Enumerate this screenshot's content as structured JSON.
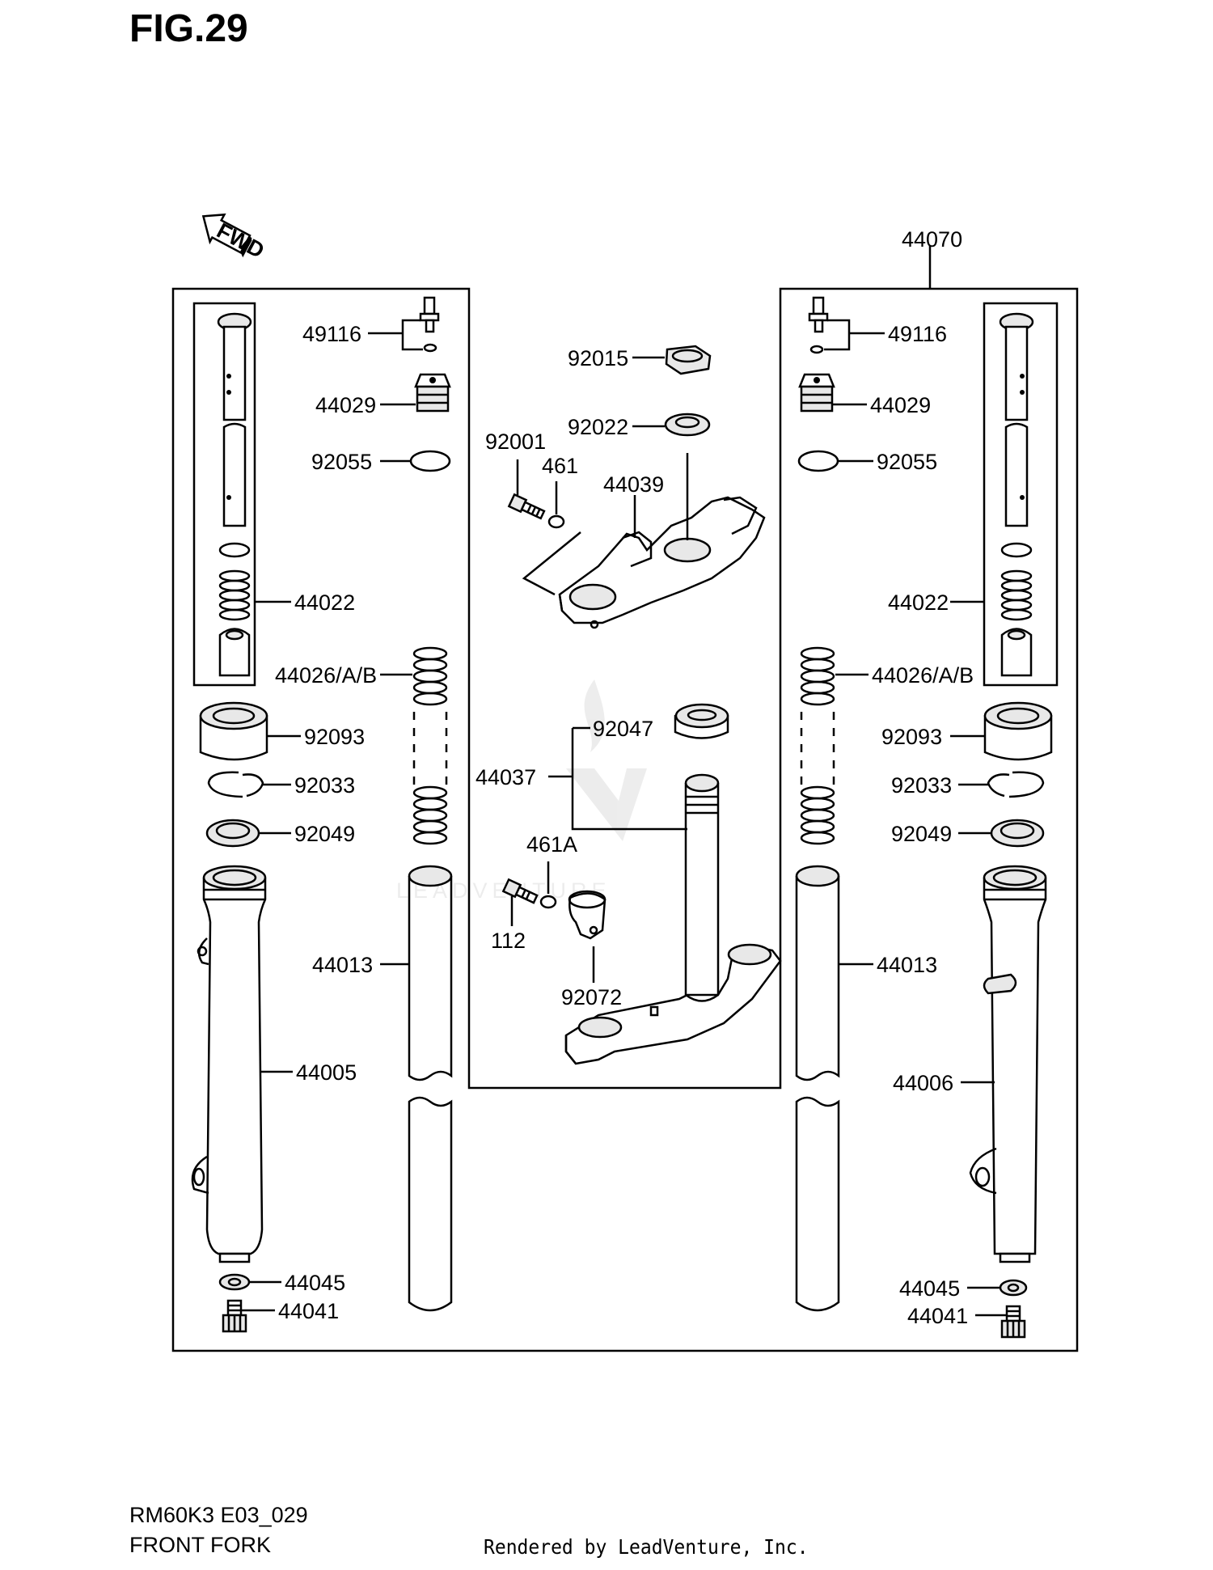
{
  "figure": {
    "title": "FIG.29",
    "code": "RM60K3 E03_029",
    "name": "FRONT FORK",
    "credit": "Rendered by LeadVenture, Inc.",
    "watermark": "LEADVENTURE",
    "fwd_label": "FWD"
  },
  "parts": {
    "p44070": "44070",
    "p49116_l": "49116",
    "p49116_r": "49116",
    "p44029_l": "44029",
    "p44029_r": "44029",
    "p92055_l": "92055",
    "p92055_r": "92055",
    "p44022_l": "44022",
    "p44022_r": "44022",
    "p44026_l": "44026/A/B",
    "p44026_r": "44026/A/B",
    "p92093_l": "92093",
    "p92093_r": "92093",
    "p92033_l": "92033",
    "p92033_r": "92033",
    "p92049_l": "92049",
    "p92049_r": "92049",
    "p44013_l": "44013",
    "p44013_r": "44013",
    "p44005": "44005",
    "p44006": "44006",
    "p44045_l": "44045",
    "p44045_r": "44045",
    "p44041_l": "44041",
    "p44041_r": "44041",
    "p92015": "92015",
    "p92022": "92022",
    "p92001": "92001",
    "p461": "461",
    "p44039": "44039",
    "p92047": "92047",
    "p44037": "44037",
    "p461A": "461A",
    "p112": "112",
    "p92072": "92072"
  }
}
